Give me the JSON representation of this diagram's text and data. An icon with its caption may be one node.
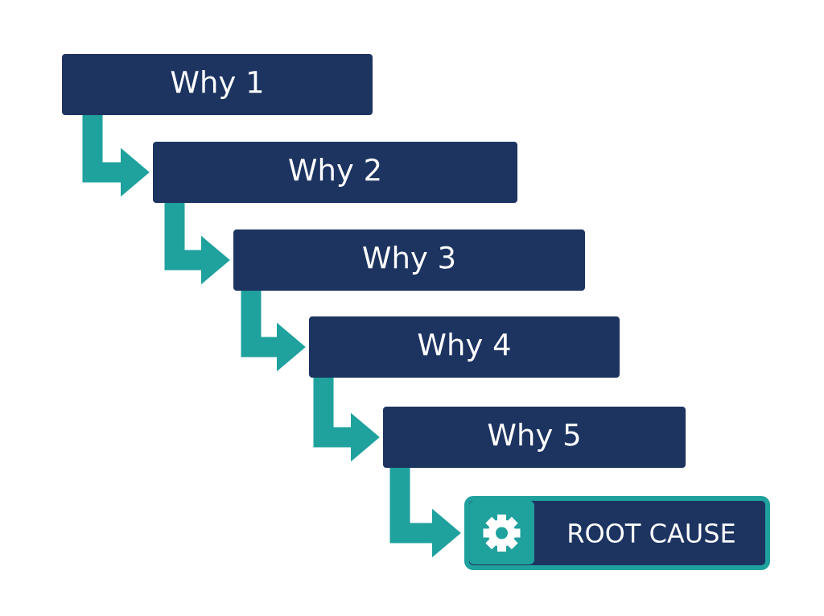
{
  "diagram": {
    "nodes": [
      {
        "text": [
          "Why 1"
        ]
      },
      {
        "text": [
          "Why 2"
        ]
      },
      {
        "text": [
          "Why 3"
        ]
      },
      {
        "text": [
          "Why 4"
        ]
      },
      {
        "text": [
          "Why 5"
        ]
      },
      {
        "text": [
          "ROOT CAUSE"
        ]
      }
    ],
    "edges": [
      {
        "from": 0,
        "to": 1,
        "arrow": "to"
      },
      {
        "from": 1,
        "to": 2,
        "arrow": "to"
      },
      {
        "from": 2,
        "to": 3,
        "arrow": "to"
      },
      {
        "from": 3,
        "to": 4,
        "arrow": "to"
      },
      {
        "from": 4,
        "to": 5,
        "arrow": "to"
      }
    ]
  }
}
